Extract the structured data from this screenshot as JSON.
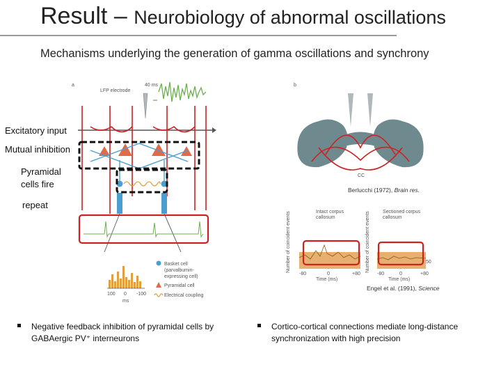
{
  "slide": {
    "title_main": "Result – ",
    "title_rest": "Neurobiology of abnormal oscillations",
    "subtitle": "Mechanisms underlying the generation of gamma oscillations and synchrony"
  },
  "figure_a": {
    "panel_letter": "a",
    "scale_label": "40 ms",
    "electrode_label": "LFP electrode",
    "labels": {
      "excitatory": "Excitatory input",
      "mutual": "Mutual inhibition",
      "pyramidal_line1": "Pyramidal",
      "pyramidal_line2": "cells fire",
      "repeat": "repeat"
    },
    "legend": {
      "basket_line1": "Basket cell",
      "basket_line2": "(parvalbumin-",
      "basket_line3": "expressing cell)",
      "pyramidal": "Pyramidal cell",
      "coupling": "Electrical coupling"
    },
    "axis_ticks": [
      "100",
      "0",
      "-100"
    ],
    "axis_unit": "ms"
  },
  "figure_b": {
    "panel_letter": "b",
    "cc_label": "CC",
    "citation_author": "Berlucchi (1972), ",
    "citation_journal": "Brain res.",
    "lower_left_title_line1": "Intact corpus",
    "lower_left_title_line2": "callosum",
    "lower_right_title_line1": "Sectioned corpus",
    "lower_right_title_line2": "callosum",
    "y_axis_label": "Number of coincident events",
    "x_axis_label": "Time (ms)",
    "x_ticks_left": [
      "-80",
      "0",
      "+80"
    ],
    "x_ticks_right": [
      "-80",
      "0",
      "+80"
    ],
    "y_tick": "50",
    "citation2_author": "Engel et al. (1991), ",
    "citation2_journal": "Science"
  },
  "bullets": [
    {
      "line1": "Negative feedback inhibition of pyramidal cells by",
      "line2": "GABAergic PV⁺ interneurons"
    },
    {
      "line1": "Cortico-cortical connections mediate long-distance",
      "line2": "synchronization with high precision"
    }
  ],
  "colors": {
    "red": "#cc2222",
    "blue": "#4a9fd0",
    "green": "#6ab04c",
    "orange": "#e0a040",
    "gray_brain": "#6f8a8f"
  }
}
